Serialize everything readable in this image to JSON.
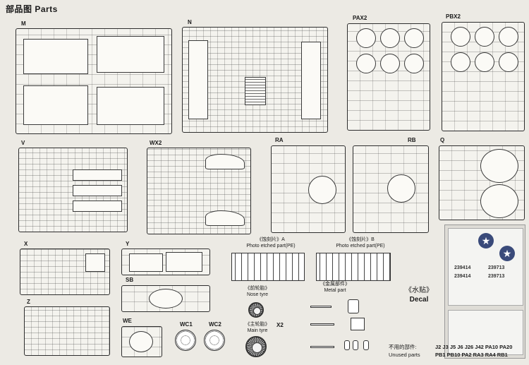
{
  "title": "部品图  Parts",
  "sprues": {
    "M": "M",
    "N": "N",
    "PAX2": "PAX2",
    "PBX2": "PBX2",
    "V": "V",
    "WX2": "WX2",
    "RA": "RA",
    "RB": "RB",
    "Q": "Q",
    "X": "X",
    "Y": "Y",
    "SB": "SB",
    "Z": "Z",
    "WE": "WE",
    "WC1": "WC1",
    "WC2": "WC2",
    "X2": "X2"
  },
  "photo_etched_a": {
    "cn": "《蚀刻片》A",
    "en": "Photo etched part(PE)"
  },
  "photo_etched_b": {
    "cn": "《蚀刻片》B",
    "en": "Photo etched part(PE)"
  },
  "nose_tyre": {
    "cn": "《前轮胎》",
    "en": "Nose tyre"
  },
  "main_tyre": {
    "cn": "《主轮胎》",
    "en": "Main tyre"
  },
  "metal_part": {
    "cn": "《金属部件》",
    "en": "Metal part"
  },
  "decal": {
    "cn": "《水贴》",
    "en": "Decal",
    "num_1": "239414",
    "num_2": "239713",
    "num_3": "239414",
    "num_4": "239713"
  },
  "unused": {
    "cn": "不用的部件:",
    "en": "Unused parts",
    "line1": "J2 J3 J5 J6 J26 J42 PA10 PA20",
    "line2": "PB1 PB10 PA2 RA3 RA4 RB1"
  }
}
